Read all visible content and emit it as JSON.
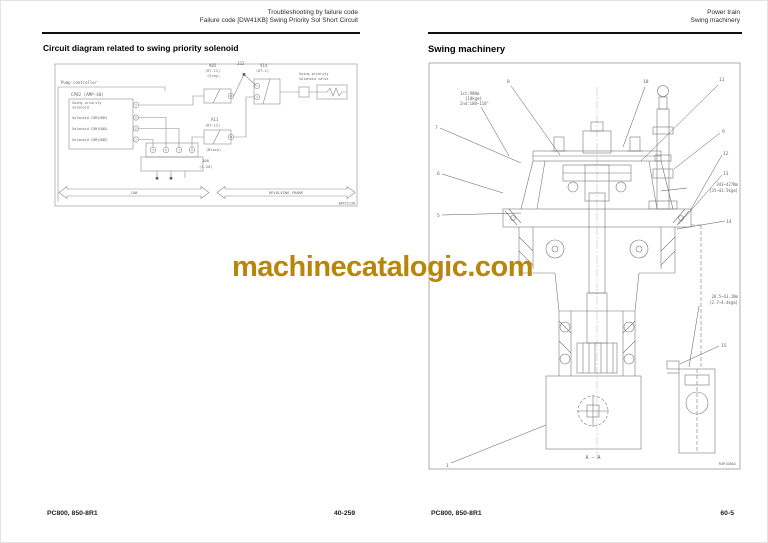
{
  "watermark": {
    "text": "machinecatalogic.com",
    "color": "#b8860b"
  },
  "left_page": {
    "header": {
      "line1": "Troubleshooting by failure code",
      "line2": "Failure code [DW41KB] Swing Priority Sol Short Circuit"
    },
    "title": "Circuit diagram related to swing priority solenoid",
    "footer": {
      "model": "PC800, 850-8R1",
      "page": "40-259"
    },
    "circuit": {
      "controller_label": "Pump controller",
      "cp02_label": "CP02 (AMP-40)",
      "cp02_rows": [
        "Swing priority",
        "solenoid",
        "Solenoid COM(GND)",
        "Solenoid COM(GND)",
        "Solenoid COM(GND)"
      ],
      "cp02_pins": [
        "9",
        "12",
        "11",
        "2"
      ],
      "a05": {
        "name": "A05",
        "type": "(DT-12)",
        "note": "(Gray)",
        "pin": "10"
      },
      "j22_label": "J22",
      "v14": {
        "name": "V14",
        "type": "(DT-2)",
        "pin1": "1",
        "pin2": "2"
      },
      "valve_label1": "Swing priority",
      "valve_label2": "solenoid valve",
      "a11": {
        "name": "A11",
        "type": "(DT-12)",
        "note": "(Black)",
        "pin": "11"
      },
      "j08": {
        "name": "J08",
        "type": "(J-20)",
        "pins": [
          "4",
          "6",
          "1",
          "8"
        ]
      },
      "zone_left": "CAB",
      "zone_right": "REVOLVING FRAME",
      "code": "BKP22138"
    }
  },
  "right_page": {
    "header": {
      "line1": "Power train",
      "line2": "Swing machinery"
    },
    "title": "Swing machinery",
    "footer": {
      "model": "PC800, 850-8R1",
      "page": "60-5"
    },
    "drawing": {
      "note_top": [
        "1st:98Nm",
        "{10kgm}",
        "2nd:100~110°"
      ],
      "note_right": [
        "343~427Nm",
        "{35~43.5kgm}"
      ],
      "note_lower": [
        "26.5~43.1Nm",
        "{2.7~4.4kgm}"
      ],
      "callouts": {
        "c1": "1",
        "c5": "5",
        "c6": "6",
        "c7": "7",
        "c8": "8",
        "c9": "9",
        "c10": "10",
        "c11": "11",
        "c12": "12",
        "c13": "13",
        "c14": "14",
        "c15": "15"
      },
      "section_label": "A — A",
      "code": "R4P10802"
    }
  }
}
